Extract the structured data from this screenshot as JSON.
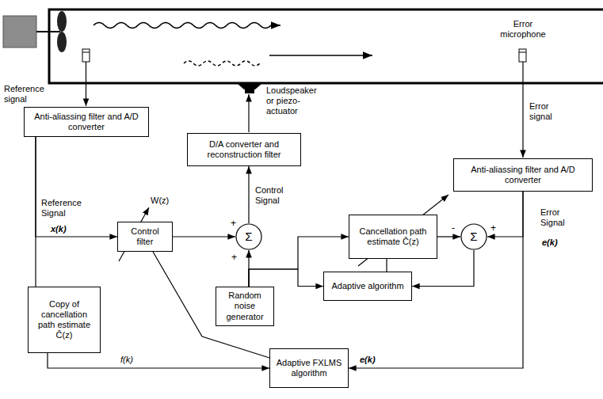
{
  "diagram": {
    "nodes": [
      {
        "text": [
          "Anti-aliassing filter and A/D converter"
        ]
      },
      {
        "text": [
          "D/A converter and reconstruction filter"
        ]
      },
      {
        "text": [
          "Anti-aliassing filter and A/D converter"
        ]
      },
      {
        "text": [
          "Control filter"
        ]
      },
      {
        "text": [
          "Σ"
        ]
      },
      {
        "text": [
          "Cancellation path estimate Ĉ(z)"
        ]
      },
      {
        "text": [
          "Σ"
        ]
      },
      {
        "text": [
          "Adaptive algorithm"
        ]
      },
      {
        "text": [
          "Random noise generator"
        ]
      },
      {
        "text": [
          "Copy of cancellation path estimate Ĉ(z)"
        ]
      },
      {
        "text": [
          "Adaptive FXLMS algorithm"
        ]
      }
    ],
    "edges": [
      {
        "from": 0,
        "to": 3,
        "arrow": "to",
        "label": "x(k)"
      },
      {
        "from": 0,
        "to": 9,
        "arrow": "none"
      },
      {
        "from": 3,
        "to": 4,
        "arrow": "to"
      },
      {
        "from": 4,
        "to": 1,
        "arrow": "to"
      },
      {
        "from": 8,
        "to": 4,
        "arrow": "to"
      },
      {
        "from": 8,
        "to": 5,
        "arrow": "to"
      },
      {
        "from": 5,
        "to": 6,
        "arrow": "to"
      },
      {
        "from": 2,
        "to": 6,
        "arrow": "to"
      },
      {
        "from": 2,
        "to": 10,
        "arrow": "to",
        "label": "e(k)"
      },
      {
        "from": 6,
        "to": 7,
        "arrow": "to"
      },
      {
        "from": 7,
        "to": 5,
        "arrow": "none"
      },
      {
        "from": 10,
        "to": 3,
        "arrow": "none"
      },
      {
        "from": 9,
        "to": 10,
        "arrow": "to",
        "label": "f(k)"
      },
      {
        "from": 8,
        "to": 7,
        "arrow": "to"
      }
    ],
    "labels": [
      "Reference signal",
      "Error microphone",
      "Loudspeaker or piezo-actuator",
      "Error signal",
      "Reference Signal",
      "W(z)",
      "Control Signal",
      "+",
      "+",
      "-",
      "+",
      "Error Signal",
      "e(k)"
    ]
  }
}
